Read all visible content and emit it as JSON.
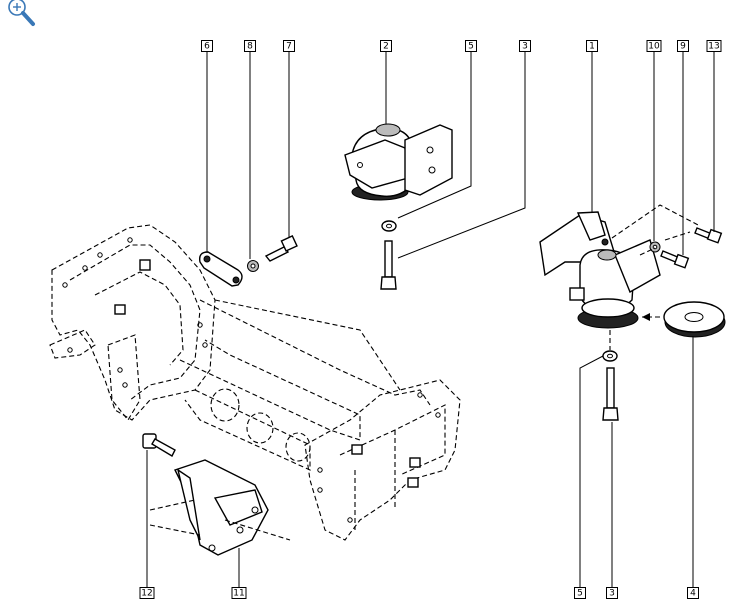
{
  "toolbar": {
    "zoom_icon": "zoom-in-icon",
    "zoom_color": "#3a78b7"
  },
  "callouts": [
    {
      "id": "c6",
      "label": "6"
    },
    {
      "id": "c8",
      "label": "8"
    },
    {
      "id": "c7",
      "label": "7"
    },
    {
      "id": "c2",
      "label": "2"
    },
    {
      "id": "c5t",
      "label": "5"
    },
    {
      "id": "c3t",
      "label": "3"
    },
    {
      "id": "c1",
      "label": "1"
    },
    {
      "id": "c10",
      "label": "10"
    },
    {
      "id": "c9",
      "label": "9"
    },
    {
      "id": "c13",
      "label": "13"
    },
    {
      "id": "c12",
      "label": "12"
    },
    {
      "id": "c11",
      "label": "11"
    },
    {
      "id": "c5b",
      "label": "5"
    },
    {
      "id": "c3b",
      "label": "3"
    },
    {
      "id": "c4",
      "label": "4"
    }
  ]
}
